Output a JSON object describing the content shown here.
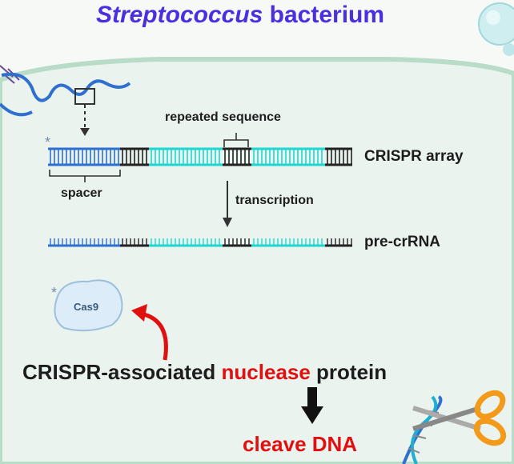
{
  "title": {
    "italic_part": "Streptococcus",
    "rest": "bacterium"
  },
  "labels": {
    "repeated_sequence": "repeated sequence",
    "crispr_array": "CRISPR array",
    "spacer": "spacer",
    "transcription": "transcription",
    "pre_crrna": "pre-crRNA",
    "cas9": "Cas9",
    "asterisk": "*"
  },
  "caption": {
    "part1": "CRISPR-associated ",
    "highlight": "nuclease",
    "part2": " protein"
  },
  "result": "cleave DNA",
  "colors": {
    "title": "#4b2ee0",
    "spacer_blue": "#2f6fd0",
    "spacer_cyan": "#1fd6d0",
    "repeat_black": "#222222",
    "highlight_red": "#e01010",
    "cell_fill": "#eaf3ee",
    "cell_border": "#b9dcc8",
    "cas9_fill": "#dcecf8"
  },
  "icons": [
    "bacteriophage-icon",
    "magnifier-box-icon",
    "cell-bubble-icon",
    "curved-arrow-icon",
    "down-arrow-icon",
    "dna-helix-icon",
    "scissors-icon"
  ]
}
